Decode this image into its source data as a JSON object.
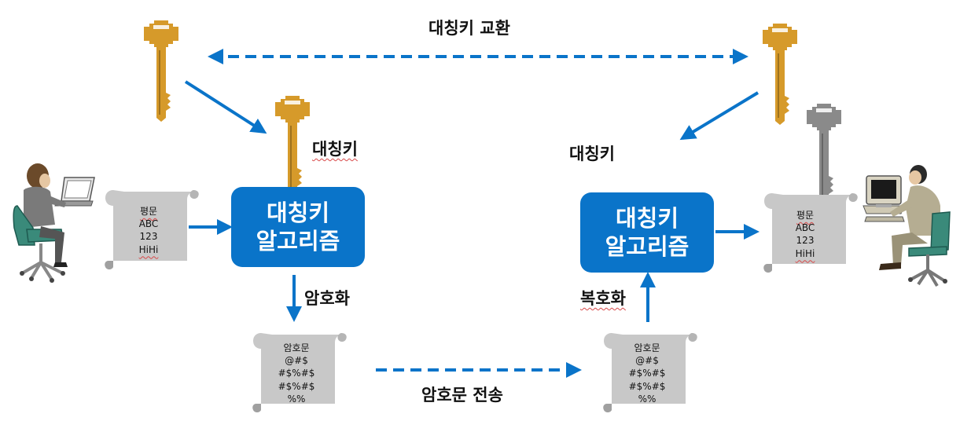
{
  "labels": {
    "key_exchange": "대칭키 교환",
    "symmetric_key_left": "대칭키",
    "symmetric_key_right": "대칭키",
    "encrypt": "암호화",
    "decrypt": "복호화",
    "send_ciphertext": "암호문 전송"
  },
  "algorithm_box_left": {
    "line1": "대칭키",
    "line2": "알고리즘"
  },
  "algorithm_box_right": {
    "line1": "대칭키",
    "line2": "알고리즘"
  },
  "plaintext_left": [
    "평문",
    "ABC",
    "123",
    "HiHi"
  ],
  "plaintext_right": [
    "평문",
    "ABC",
    "123",
    "HiHi"
  ],
  "ciphertext_left": [
    "암호문",
    "@#$",
    "#$%#$",
    "#$%#$",
    "%%"
  ],
  "ciphertext_right": [
    "암호문",
    "@#$",
    "#$%#$",
    "#$%#$",
    "%%"
  ],
  "colors": {
    "accent_blue": "#0a74c9",
    "key_gold": "#d69a2a",
    "key_gray": "#8a8a8a",
    "scroll_gray": "#c8c8c8"
  }
}
